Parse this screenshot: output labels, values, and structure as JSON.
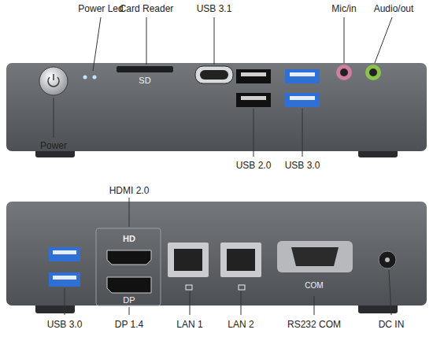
{
  "diagram": {
    "labels": [
      "Power Led",
      "Card Reader",
      "USB 3.1",
      "Mic/in",
      "Audio/out",
      "SD",
      "Power",
      "USB 2.0",
      "USB 3.0",
      "HDMI 2.0",
      "HD",
      "DP",
      "COM",
      "USB 3.0",
      "DP 1.4",
      "LAN 1",
      "LAN 2",
      "RS232 COM",
      "DC IN"
    ]
  }
}
